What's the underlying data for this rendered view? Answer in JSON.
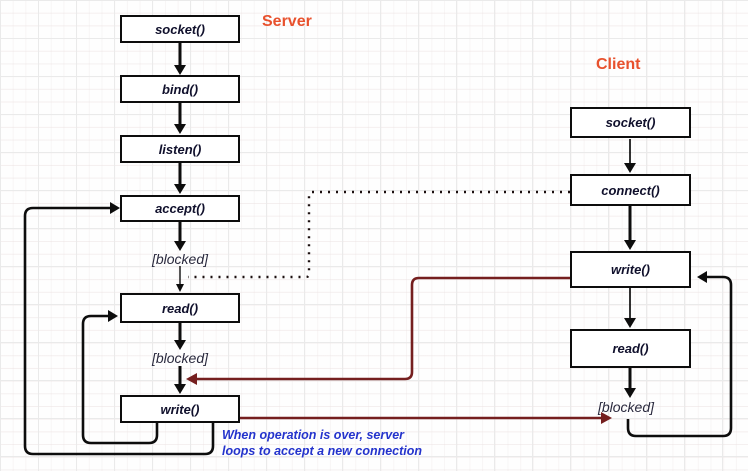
{
  "diagram": {
    "server": {
      "label": "Server",
      "boxes": [
        {
          "id": "server-socket",
          "label": "socket()"
        },
        {
          "id": "server-bind",
          "label": "bind()"
        },
        {
          "id": "server-listen",
          "label": "listen()"
        },
        {
          "id": "server-accept",
          "label": "accept()"
        },
        {
          "id": "server-read",
          "label": "read()"
        },
        {
          "id": "server-write",
          "label": "write()"
        }
      ],
      "blocked_labels": [
        "[blocked]",
        "[blocked]"
      ]
    },
    "client": {
      "label": "Client",
      "boxes": [
        {
          "id": "client-socket",
          "label": "socket()"
        },
        {
          "id": "client-connect",
          "label": "connect()"
        },
        {
          "id": "client-write",
          "label": "write()"
        },
        {
          "id": "client-read",
          "label": "read()"
        }
      ],
      "blocked_labels": [
        "[blocked]"
      ]
    },
    "annotation": {
      "line1": "When operation is over, server",
      "line2": "loops to accept a new connection"
    }
  },
  "colors": {
    "accent": "#e8512d",
    "annotation": "#2433cc",
    "data_arrow": "#751f1f",
    "box_text": "#10102c",
    "line": "#0d0d0d"
  }
}
